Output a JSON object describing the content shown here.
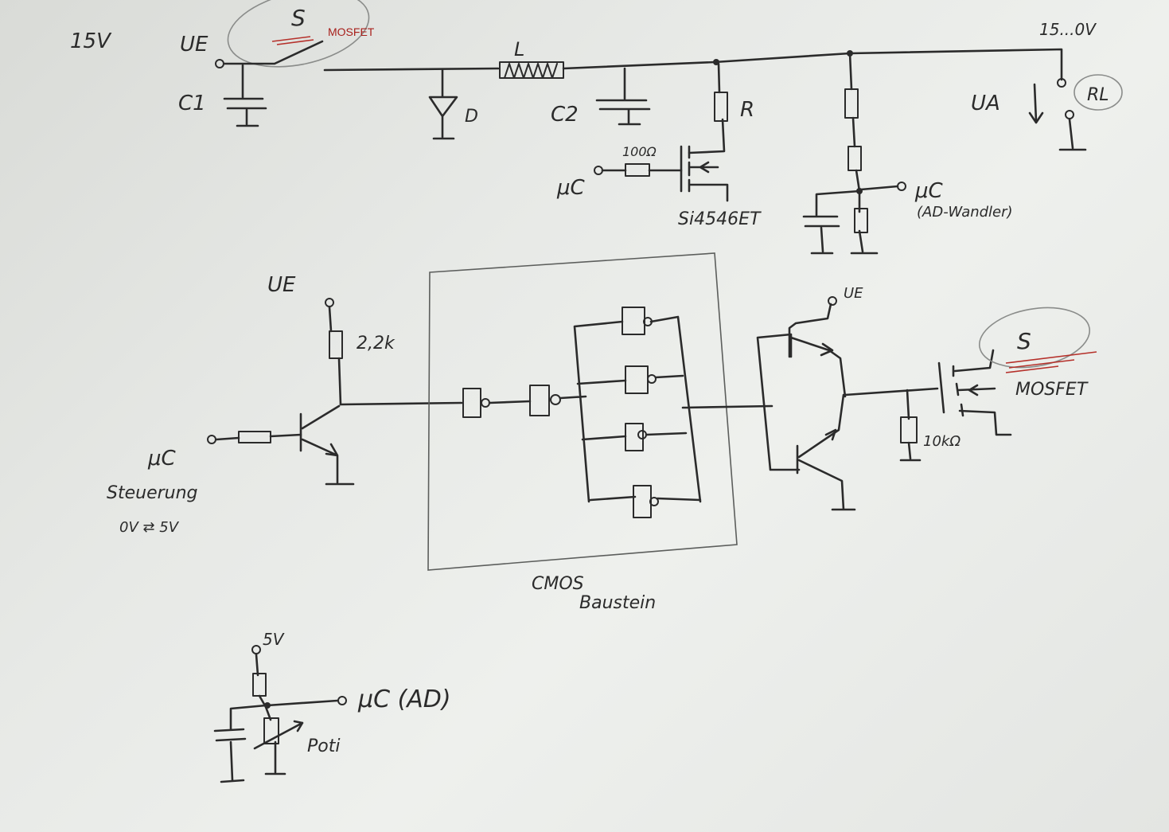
{
  "sketch": {
    "top": {
      "input_voltage": "15V",
      "node_ue": "UE",
      "node_ue_sub": "E",
      "switch_label": "S",
      "switch_type": "MOSFET",
      "c1": "C1",
      "inductor": "L",
      "diode": "D",
      "c2": "C2",
      "resistor": "R",
      "gate_resistor": "100Ω",
      "mc_in": "μC",
      "fet_part": "Si4546ET",
      "output_range": "15...0V",
      "node_ua": "UA",
      "load": "RL",
      "mc_adc": "μC",
      "adc_note": "(AD-Wandler)"
    },
    "middle": {
      "supply": "UE",
      "pullup": "2,2k",
      "mc_ctrl": "μC",
      "control_label": "Steuerung",
      "control_range": "0V ⇄ 5V",
      "cmos_label_1": "CMOS",
      "cmos_label_2": "Baustein",
      "driver_supply": "UE",
      "gate_resistor": "10kΩ",
      "switch_label": "S",
      "switch_type": "MOSFET"
    },
    "bottom": {
      "supply": "5V",
      "mc_ad": "μC (AD)",
      "poti": "Poti"
    }
  },
  "colors": {
    "ink": "#2b2b2b",
    "annotation_red": "#a8201c",
    "paper": "#e7e9e6"
  }
}
